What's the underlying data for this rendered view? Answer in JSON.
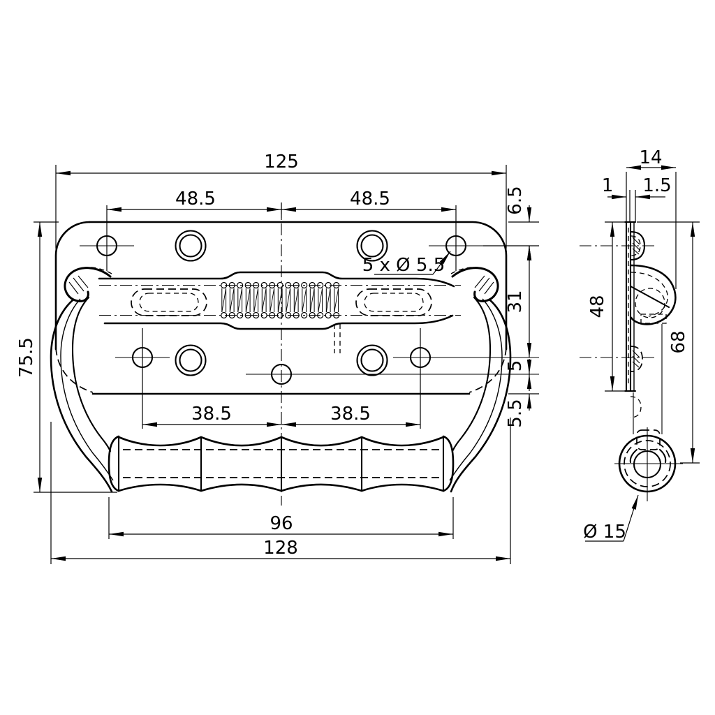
{
  "front_view": {
    "dim_overall_width": "125",
    "dim_hole_spacing_top": "48.5",
    "dim_overall_height": "75.5",
    "hole_callout": "5 x Ø 5.5",
    "dim_hole_spacing_bottom": "38.5",
    "dim_grip_length": "96",
    "dim_handle_width": "128",
    "dim_top_edge_to_holes": "6.5",
    "dim_hole_row_gap": "31",
    "dim_center_hole_offset": "5",
    "dim_bottom_margin": "5.5"
  },
  "side_view": {
    "dim_depth": "14",
    "dim_plate_thickness": "1",
    "dim_flange_offset": "1.5",
    "dim_mount_hole_span": "48",
    "dim_grip_center_distance": "68",
    "dim_grip_diameter": "Ø 15"
  },
  "colors": {
    "line": "#000000",
    "background": "#ffffff"
  }
}
